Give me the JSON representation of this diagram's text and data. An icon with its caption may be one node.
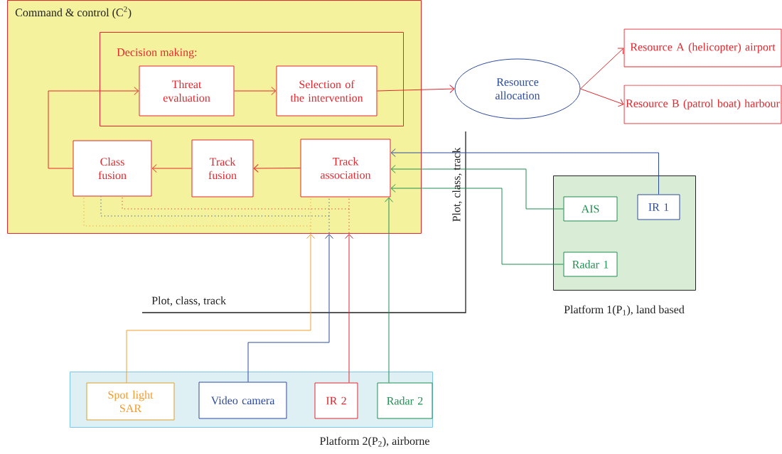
{
  "diagram": {
    "nodes": [
      {
        "text": [
          "Command & control (C$^{2}$)"
        ]
      },
      {
        "text": [
          "Decision making:"
        ],
        "in": 0
      },
      {
        "text": [
          "Threat evaluation"
        ],
        "in": 1
      },
      {
        "text": [
          "Selection of the intervention"
        ],
        "in": 1
      },
      {
        "text": [
          "Class fusion"
        ],
        "in": 0
      },
      {
        "text": [
          "Track fusion"
        ],
        "in": 0
      },
      {
        "text": [
          "Track association"
        ],
        "in": 0
      },
      {
        "text": [
          "Resource allocation"
        ]
      },
      {
        "text": [
          "Resource A (helicopter) airport"
        ]
      },
      {
        "text": [
          "Resource B (patrol boat) harbour"
        ]
      },
      {
        "text": [
          "Platform 1(P$_{1}$), land based"
        ]
      },
      {
        "text": [
          "AIS"
        ],
        "in": 10
      },
      {
        "text": [
          "IR 1"
        ],
        "in": 10
      },
      {
        "text": [
          "Radar 1"
        ],
        "in": 10
      },
      {
        "text": [
          "Platform 2(P$_{2}$), airborne"
        ]
      },
      {
        "text": [
          "Spot light SAR"
        ],
        "in": 14
      },
      {
        "text": [
          "Video camera"
        ],
        "in": 14
      },
      {
        "text": [
          "IR 2"
        ],
        "in": 14
      },
      {
        "text": [
          "Radar 2"
        ],
        "in": 14
      }
    ],
    "edges": [
      {
        "from": 2,
        "to": 3,
        "arrow": "to"
      },
      {
        "from": 3,
        "to": 7,
        "arrow": "to"
      },
      {
        "from": 7,
        "to": 8,
        "arrow": "to"
      },
      {
        "from": 7,
        "to": 9,
        "arrow": "to"
      },
      {
        "from": 6,
        "to": 5,
        "arrow": "to"
      },
      {
        "from": 5,
        "to": 4,
        "arrow": "to"
      },
      {
        "from": 4,
        "to": 2,
        "arrow": "to"
      },
      {
        "from": 12,
        "to": 6,
        "arrow": "to",
        "color": "#2c4a9e"
      },
      {
        "from": 11,
        "to": 6,
        "arrow": "to",
        "color": "#1f8e50"
      },
      {
        "from": 13,
        "to": 6,
        "arrow": "to",
        "color": "#1f8e50"
      },
      {
        "from": 18,
        "to": 6,
        "arrow": "to",
        "color": "#1f8e50"
      },
      {
        "from": 15,
        "to": 0,
        "arrow": "to",
        "color": "#f0a030"
      },
      {
        "from": 16,
        "to": 0,
        "arrow": "to",
        "color": "#2c4a9e"
      },
      {
        "from": 17,
        "to": 0,
        "arrow": "to"
      },
      {
        "from": null,
        "to": 6,
        "arrow": "none",
        "style": "dashed",
        "color": "#f0a030"
      },
      {
        "from": null,
        "to": 4,
        "arrow": "none",
        "style": "dashed",
        "color": "#f0a030"
      },
      {
        "from": null,
        "to": 6,
        "arrow": "none",
        "style": "dashed",
        "color": "#2c4a9e"
      },
      {
        "from": null,
        "to": 4,
        "arrow": "none",
        "style": "dashed",
        "color": "#2c4a9e"
      },
      {
        "from": null,
        "to": 6,
        "arrow": "none",
        "style": "dashed"
      },
      {
        "from": null,
        "to": 4,
        "arrow": "none",
        "style": "dashed"
      }
    ],
    "labels": [
      "Plot, class, track",
      "Plot, class, track"
    ]
  }
}
